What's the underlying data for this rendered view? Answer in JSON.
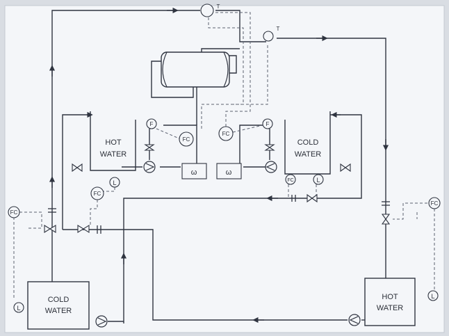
{
  "colors": {
    "paper": "#f4f6f9",
    "ink": "#2f3440",
    "dash": "#5b6170"
  },
  "tanks": {
    "bottom_left": {
      "line1": "COLD",
      "line2": "WATER"
    },
    "bottom_right": {
      "line1": "HOT",
      "line2": "WATER"
    },
    "mid_left": {
      "line1": "HOT",
      "line2": "WATER"
    },
    "mid_right": {
      "line1": "COLD",
      "line2": "WATER"
    }
  },
  "instruments": {
    "fc": "FC",
    "level": "L",
    "flow": "F",
    "temp": "T",
    "heater": "ω"
  }
}
